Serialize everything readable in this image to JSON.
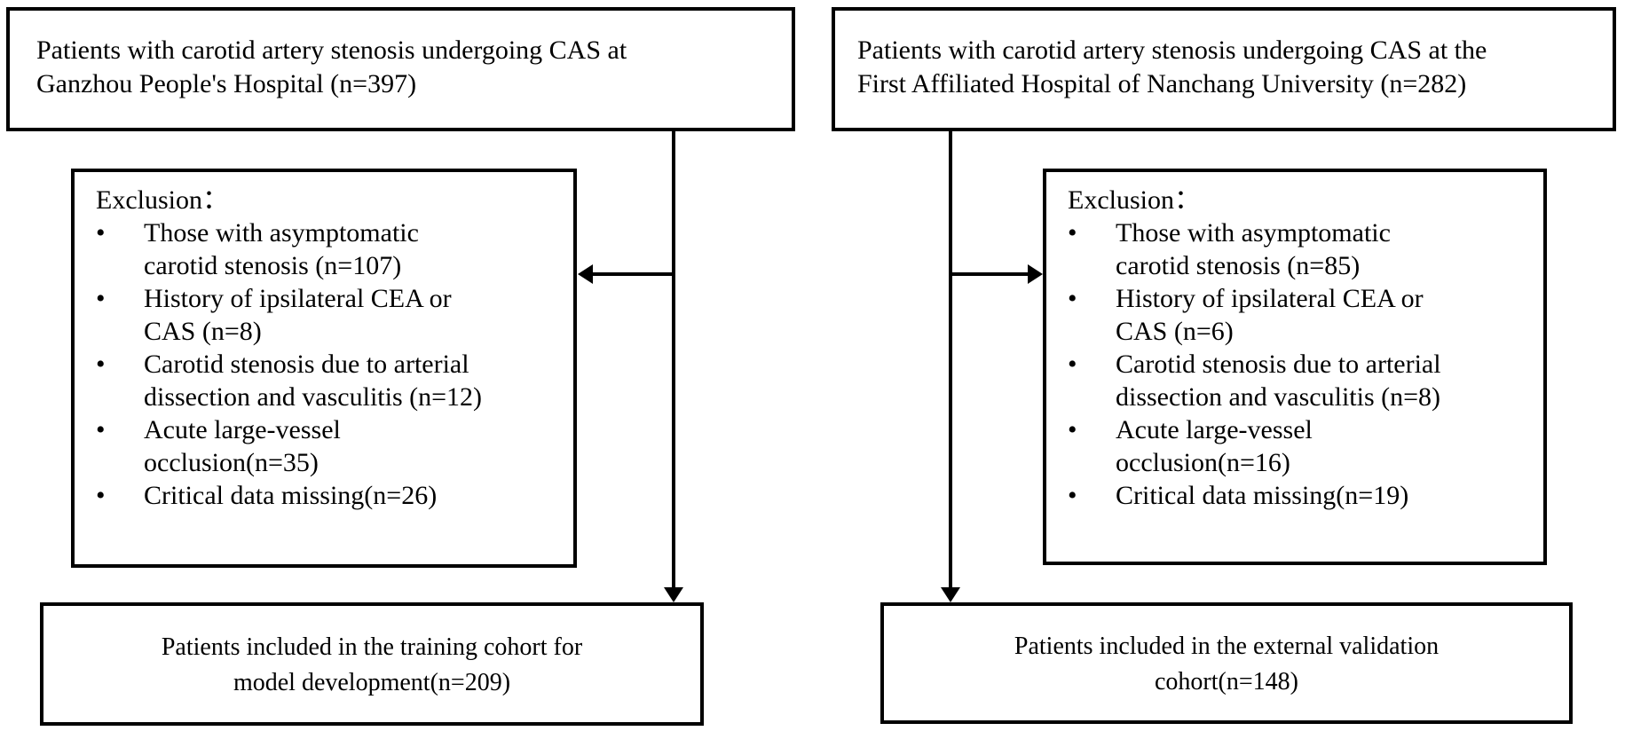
{
  "glyphs": {
    "bullet": "•"
  },
  "left": {
    "top_box": {
      "lines": [
        "Patients with carotid artery stenosis undergoing CAS at",
        "Ganzhou People's Hospital (n=397)"
      ],
      "n": 397,
      "site": "Ganzhou People's Hospital"
    },
    "exclusion": {
      "title": "Exclusion：",
      "items": [
        {
          "lines": [
            "Those with asymptomatic",
            "carotid stenosis (n=107)"
          ],
          "n": 107
        },
        {
          "lines": [
            "History of ipsilateral CEA or",
            "CAS (n=8)"
          ],
          "n": 8
        },
        {
          "lines": [
            "Carotid stenosis due to arterial",
            "dissection and vasculitis (n=12)"
          ],
          "n": 12
        },
        {
          "lines": [
            "Acute large-vessel",
            "occlusion(n=35)"
          ],
          "n": 35
        },
        {
          "lines": [
            "Critical data missing(n=26)"
          ],
          "n": 26
        }
      ]
    },
    "bottom_box": {
      "lines": [
        "Patients included in the training cohort for",
        "model development(n=209)"
      ],
      "n": 209
    }
  },
  "right": {
    "top_box": {
      "lines": [
        "Patients with carotid artery stenosis undergoing CAS at the",
        "First Affiliated Hospital of Nanchang University (n=282)"
      ],
      "n": 282,
      "site": "First Affiliated Hospital of Nanchang University"
    },
    "exclusion": {
      "title": "Exclusion：",
      "items": [
        {
          "lines": [
            "Those with asymptomatic",
            "carotid stenosis (n=85)"
          ],
          "n": 85
        },
        {
          "lines": [
            "History of ipsilateral CEA or",
            "CAS (n=6)"
          ],
          "n": 6
        },
        {
          "lines": [
            "Carotid stenosis due to arterial",
            "dissection and vasculitis (n=8)"
          ],
          "n": 8
        },
        {
          "lines": [
            "Acute large-vessel",
            "occlusion(n=16)"
          ],
          "n": 16
        },
        {
          "lines": [
            "Critical data missing(n=19)"
          ],
          "n": 19
        }
      ]
    },
    "bottom_box": {
      "lines": [
        "Patients included in the external validation",
        "cohort(n=148)"
      ],
      "n": 148
    }
  }
}
